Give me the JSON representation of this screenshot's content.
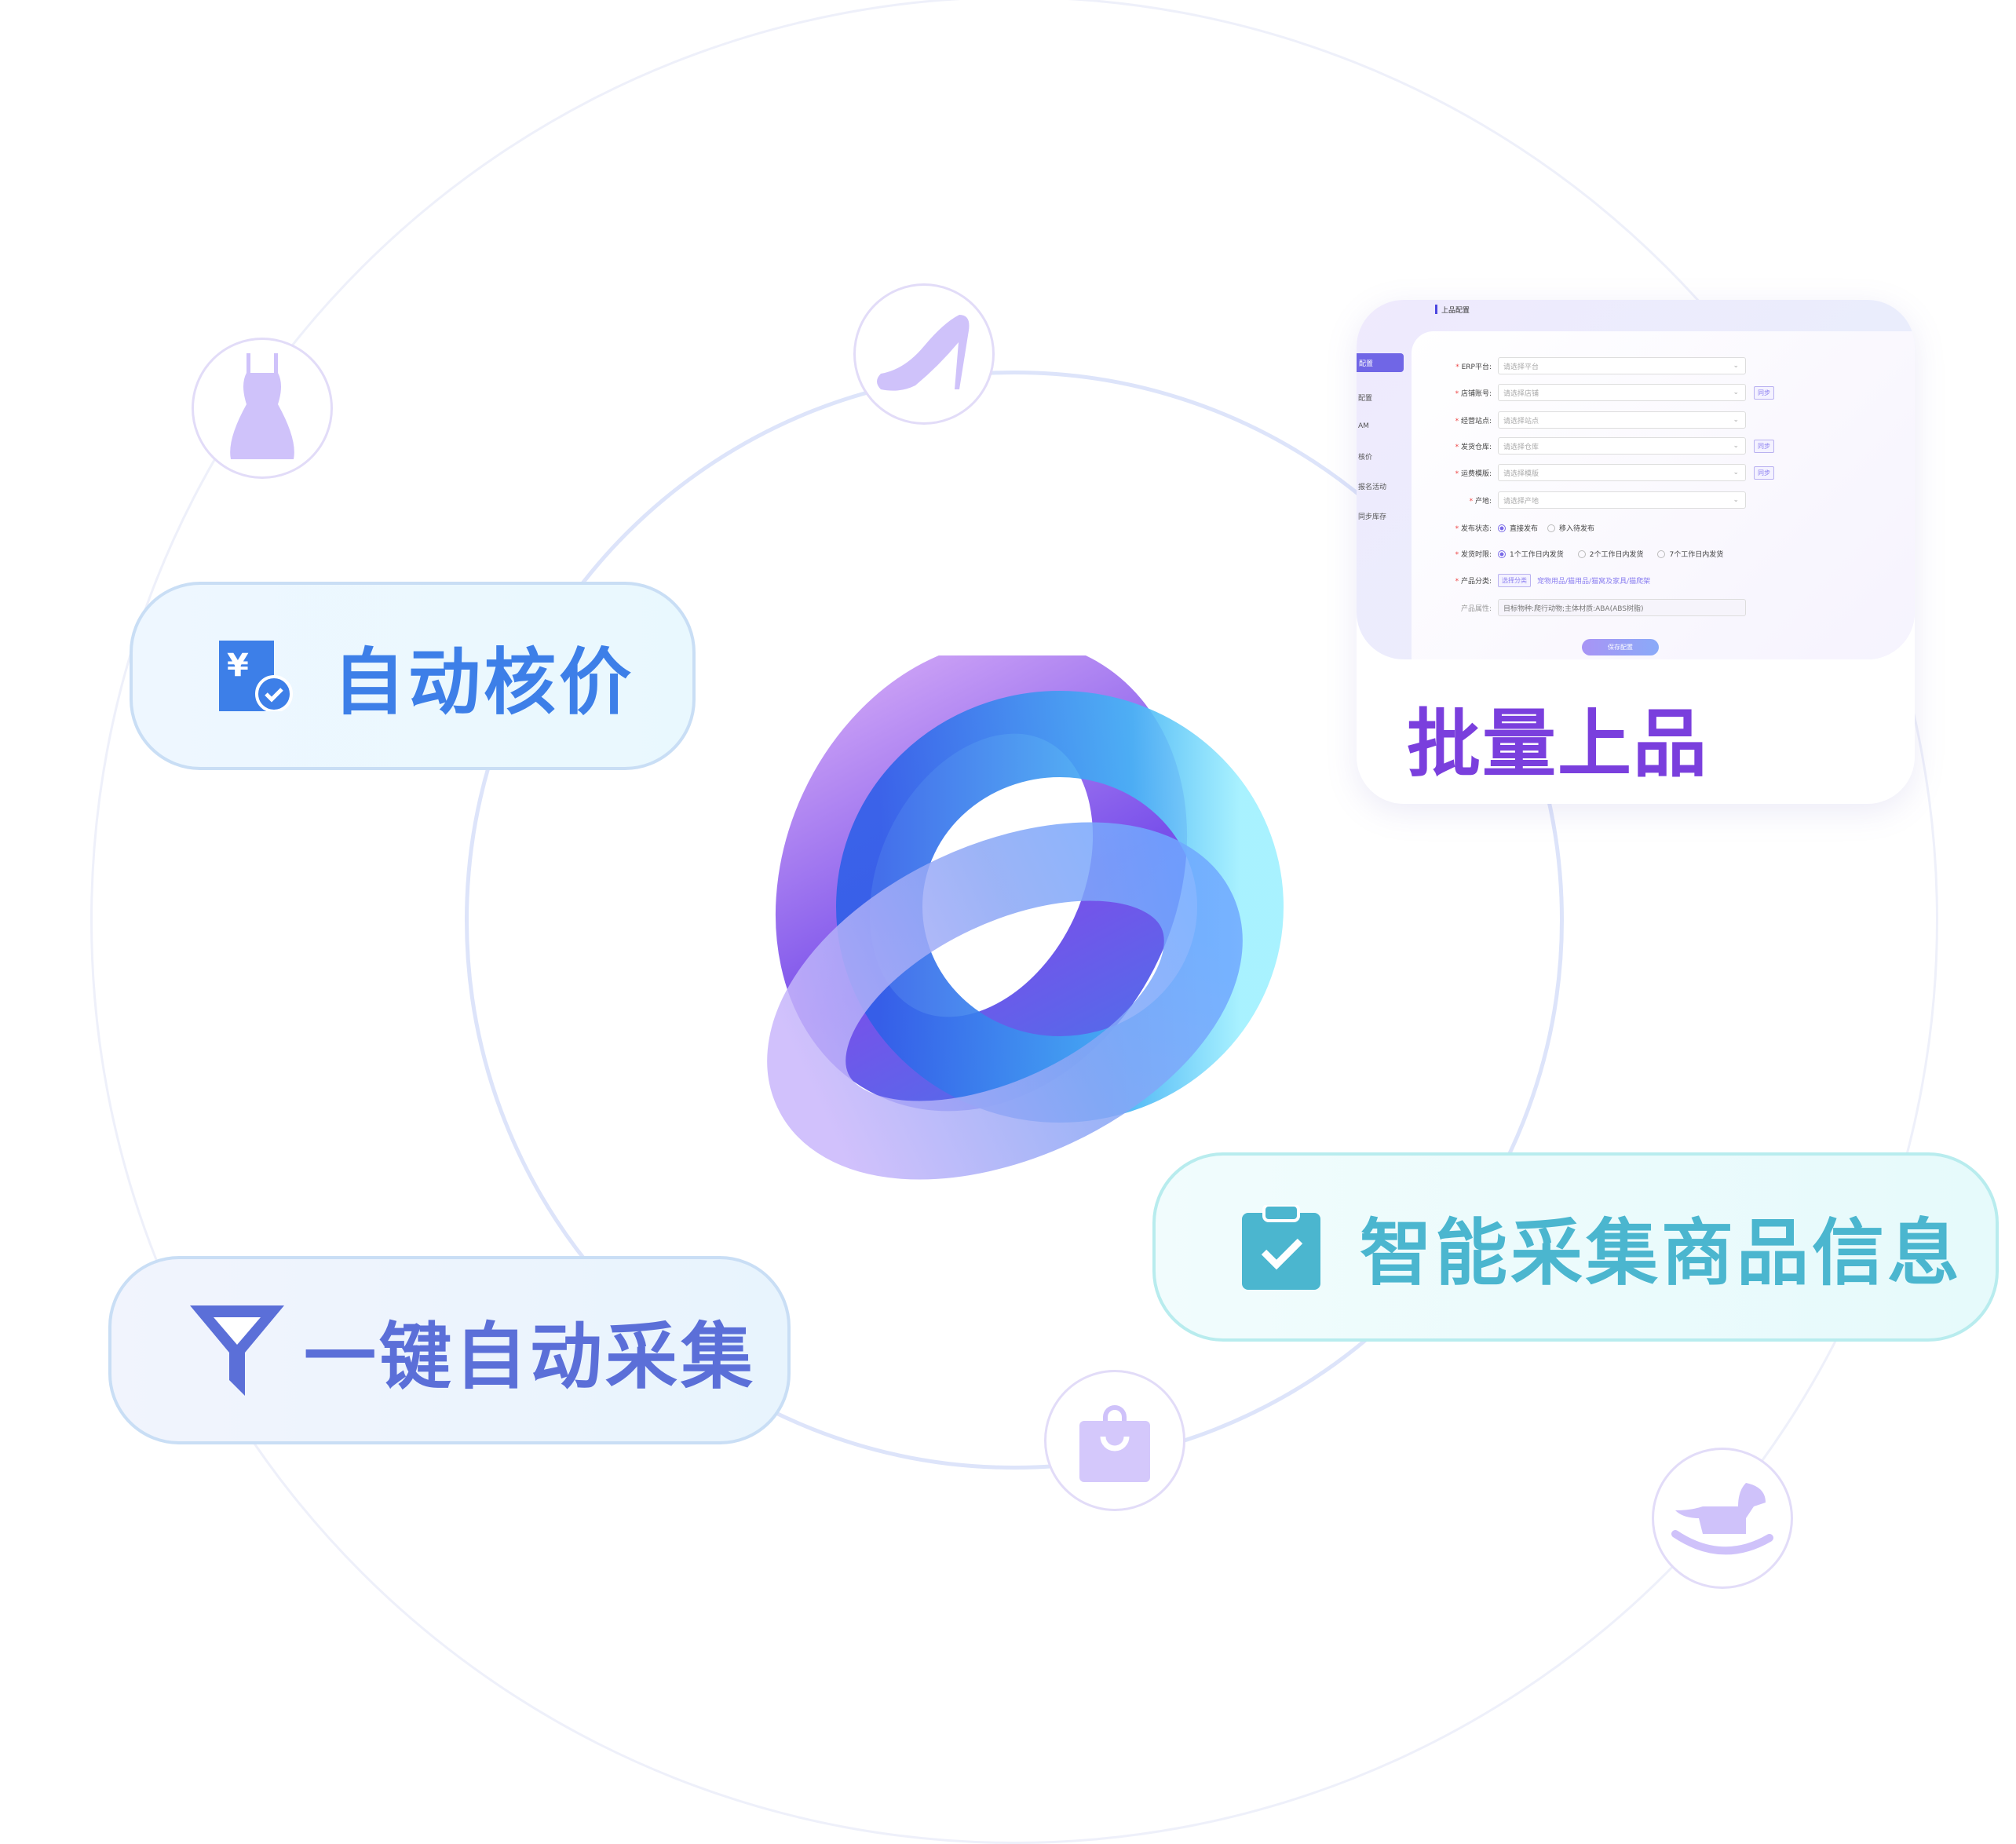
{
  "features": {
    "auto_price": "自动核价",
    "one_click_collect": "一键自动采集",
    "smart_collect": "智能采集商品信息",
    "batch_listing": "批量上品"
  },
  "form": {
    "app_title_fragment": "手",
    "header": "上品配置",
    "sidebar": [
      "配置",
      "配置",
      "AM",
      "核价",
      "报名活动",
      "同步库存"
    ],
    "sync_label": "同步",
    "fields": [
      {
        "label": "ERP平台:",
        "placeholder": "请选择平台"
      },
      {
        "label": "店铺账号:",
        "placeholder": "请选择店铺"
      },
      {
        "label": "经营站点:",
        "placeholder": "请选择站点"
      },
      {
        "label": "发货仓库:",
        "placeholder": "请选择仓库"
      },
      {
        "label": "运费模版:",
        "placeholder": "请选择模版"
      },
      {
        "label": "产地:",
        "placeholder": "请选择产地"
      }
    ],
    "publish_status": {
      "label": "发布状态:",
      "options": [
        "直接发布",
        "移入待发布"
      ]
    },
    "ship_time": {
      "label": "发货时限:",
      "options": [
        "1个工作日内发货",
        "2个工作日内发货",
        "7个工作日内发货"
      ]
    },
    "category": {
      "label": "产品分类:",
      "button": "选择分类",
      "value": "宠物用品/猫用品/猫窝及家具/猫爬架"
    },
    "attributes": {
      "label": "产品属性:",
      "value": "目标物种:爬行动物;主体材质:ABA(ABS树脂)"
    },
    "save_button": "保存配置"
  },
  "colors": {
    "blue": "#3d7fe8",
    "indigo": "#5b6fd8",
    "teal": "#4bb6cf",
    "purple": "#7a3fdd"
  }
}
